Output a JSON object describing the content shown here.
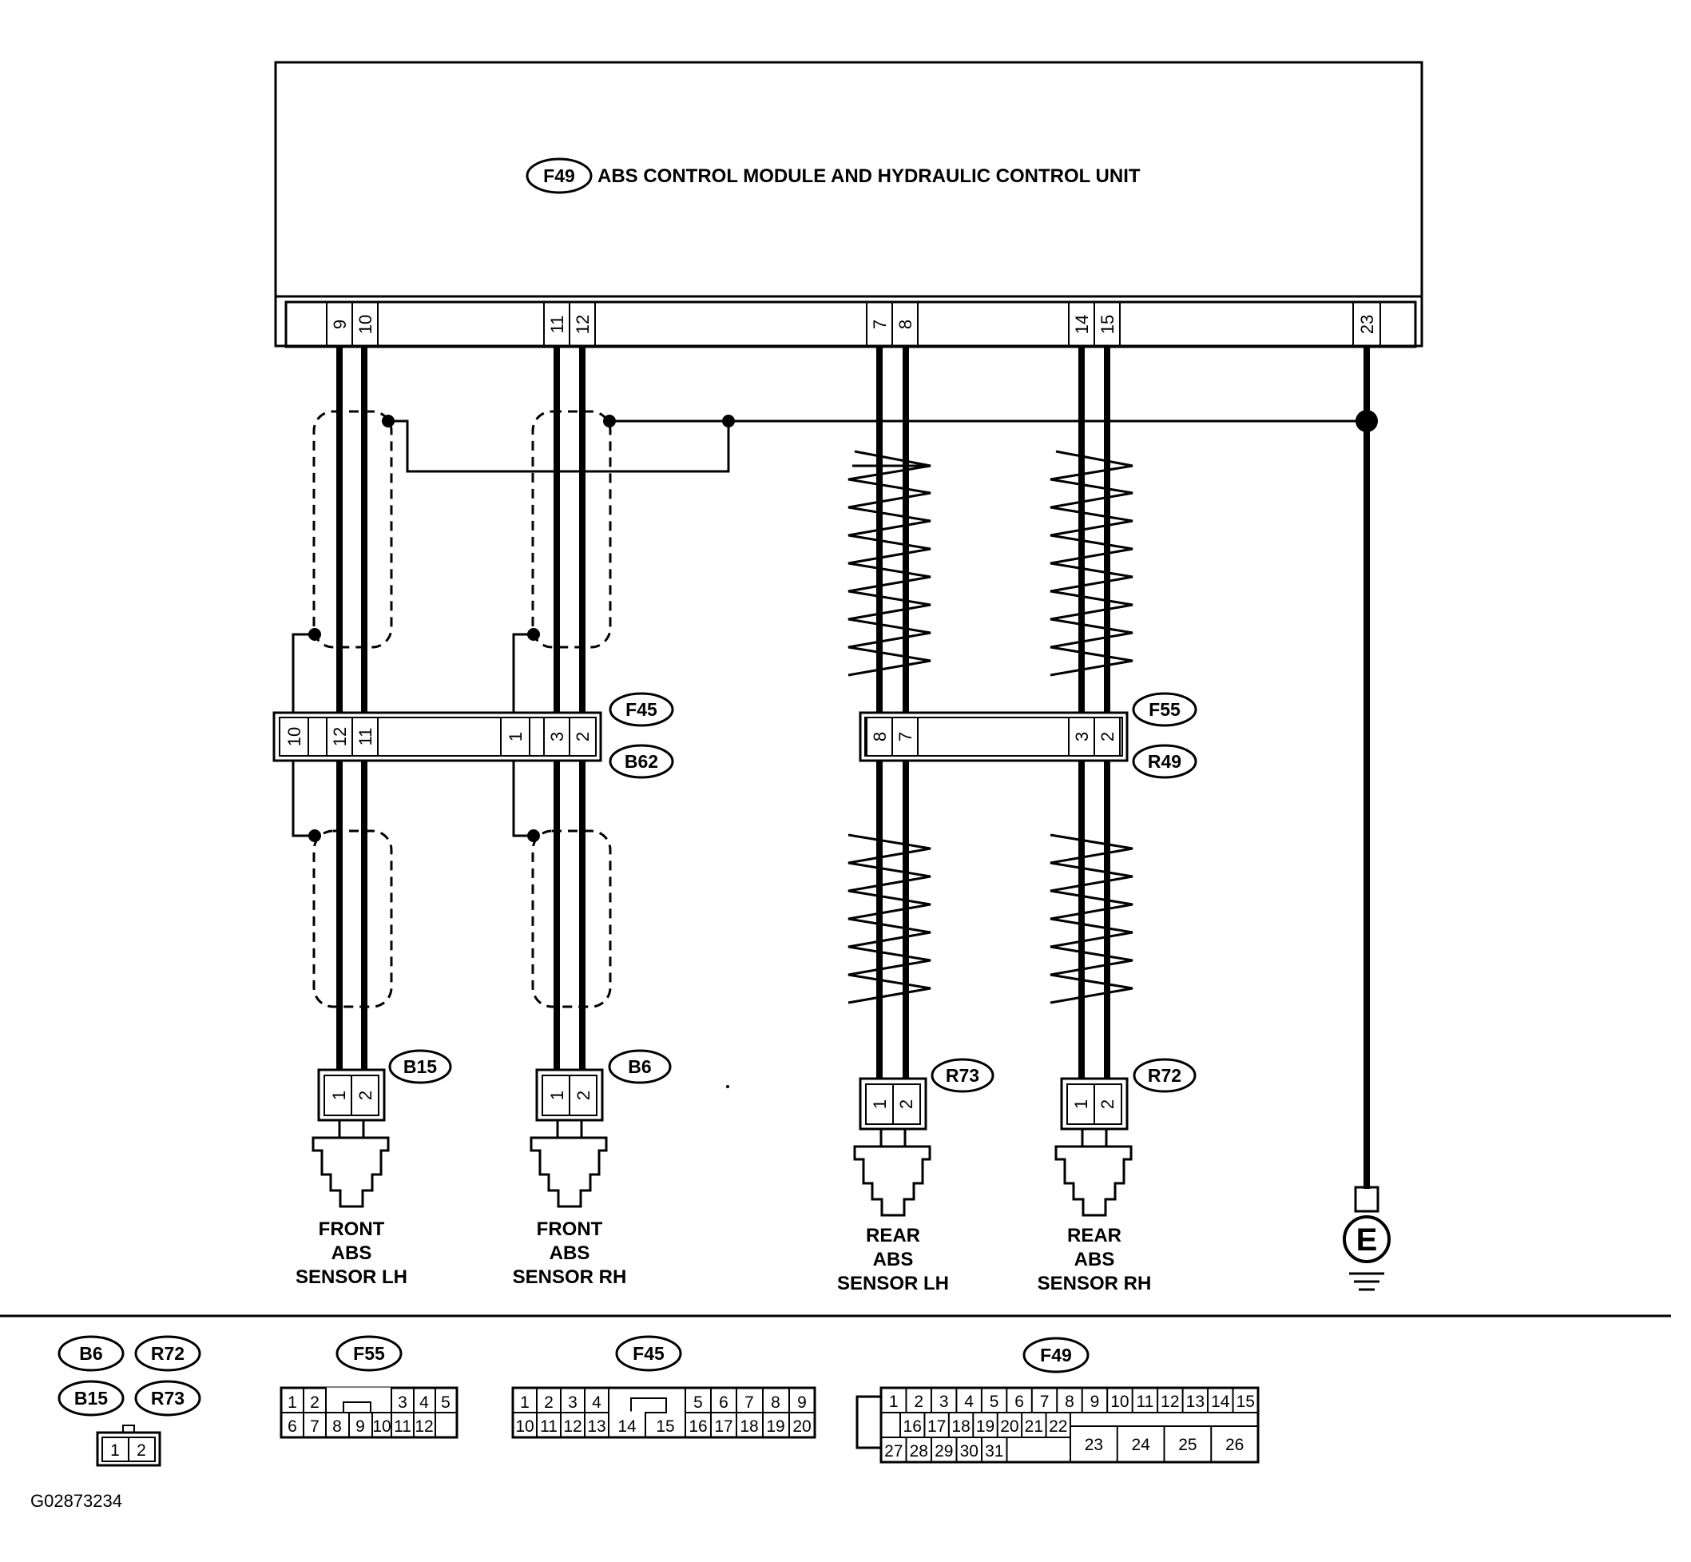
{
  "module": {
    "code": "F49",
    "title": "ABS CONTROL MODULE AND HYDRAULIC  CONTROL UNIT",
    "pins": [
      "9",
      "10",
      "11",
      "12",
      "7",
      "8",
      "14",
      "15",
      "23"
    ]
  },
  "joint_connectors": [
    {
      "upper": "F45",
      "lower": "B62",
      "pins": [
        "10",
        "12",
        "11",
        "1",
        "3",
        "2"
      ]
    },
    {
      "upper": "F55",
      "lower": "R49",
      "pins": [
        "8",
        "7",
        "3",
        "2"
      ]
    }
  ],
  "sensors": [
    {
      "connector": "B15",
      "pins": [
        "1",
        "2"
      ],
      "label": [
        "FRONT",
        "ABS",
        "SENSOR LH"
      ]
    },
    {
      "connector": "B6",
      "pins": [
        "1",
        "2"
      ],
      "label": [
        "FRONT",
        "ABS",
        "SENSOR RH"
      ]
    },
    {
      "connector": "R73",
      "pins": [
        "1",
        "2"
      ],
      "label": [
        "REAR",
        "ABS",
        "SENSOR LH"
      ]
    },
    {
      "connector": "R72",
      "pins": [
        "1",
        "2"
      ],
      "label": [
        "REAR",
        "ABS",
        "SENSOR RH"
      ]
    }
  ],
  "ground": {
    "symbol": "E"
  },
  "legend": {
    "small_connector_codes": [
      "B6",
      "R72",
      "B15",
      "R73"
    ],
    "small_connector_pins": [
      "1",
      "2"
    ],
    "f55": {
      "code": "F55",
      "row1": [
        "1",
        "2",
        "3",
        "4",
        "5"
      ],
      "row2": [
        "6",
        "7",
        "8",
        "9",
        "10",
        "11",
        "12"
      ]
    },
    "f45": {
      "code": "F45",
      "row1": [
        "1",
        "2",
        "3",
        "4",
        "5",
        "6",
        "7",
        "8",
        "9"
      ],
      "row2": [
        "10",
        "11",
        "12",
        "13",
        "14",
        "15",
        "16",
        "17",
        "18",
        "19",
        "20"
      ]
    },
    "f49": {
      "code": "F49",
      "row1": [
        "1",
        "2",
        "3",
        "4",
        "5",
        "6",
        "7",
        "8",
        "9",
        "10",
        "11",
        "12",
        "13",
        "14",
        "15"
      ],
      "row2": [
        "16",
        "17",
        "18",
        "19",
        "20",
        "21",
        "22"
      ],
      "row2_big": [
        "23",
        "24",
        "25",
        "26"
      ],
      "row3": [
        "27",
        "28",
        "29",
        "30",
        "31"
      ]
    }
  },
  "figure_id": "G02873234"
}
